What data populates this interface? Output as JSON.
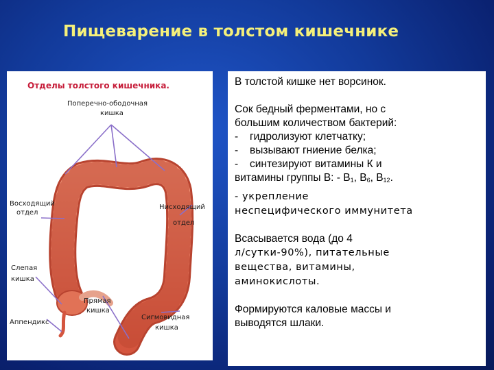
{
  "slide": {
    "title": "Пищеварение в толстом кишечнике"
  },
  "diagram": {
    "title": "Отделы толстого кишечника.",
    "labels": {
      "transverse_1": "Поперечно-ободочная",
      "transverse_2": "кишка",
      "ascending_1": "Восходящий",
      "ascending_2": "отдел",
      "descending_1": "Нисходящий",
      "descending_2": "отдел",
      "cecum_1": "Слепая",
      "cecum_2": "кишка",
      "appendix": "Аппендикс",
      "rectum_1": "Прямая",
      "rectum_2": "кишка",
      "sigmoid_1": "Сигмовидная",
      "sigmoid_2": "кишка"
    },
    "colors": {
      "colon": "#e8785e",
      "arrow": "#8a6fc9",
      "title": "#c61d3a"
    }
  },
  "text": {
    "line1": "В толстой кишке нет ворсинок.",
    "juice_1": "Сок бедный ферментами, но с",
    "juice_2": "большим количеством бактерий:",
    "bullet_dash": "-",
    "b1": "гидролизуют клетчатку;",
    "b2": "вызывают гниение белка;",
    "b3": "синтезируют витамины К и",
    "b3_cont_a": "витамины группы В: - В",
    "sub1": "1",
    "sep1": ", В",
    "sub2": "6",
    "sep2": ", В",
    "sub3": "12",
    "b3_end": ".",
    "immune_1": "- укрепление",
    "immune_2": "неспецифического иммунитета",
    "absorb_1": "Всасывается вода (до 4",
    "absorb_2": "л/сутки-90%), питательные",
    "absorb_3": "вещества, витамины,",
    "absorb_4": "аминокислоты.",
    "form_1": "Формируются каловые массы и",
    "form_2": "выводятся шлаки."
  }
}
